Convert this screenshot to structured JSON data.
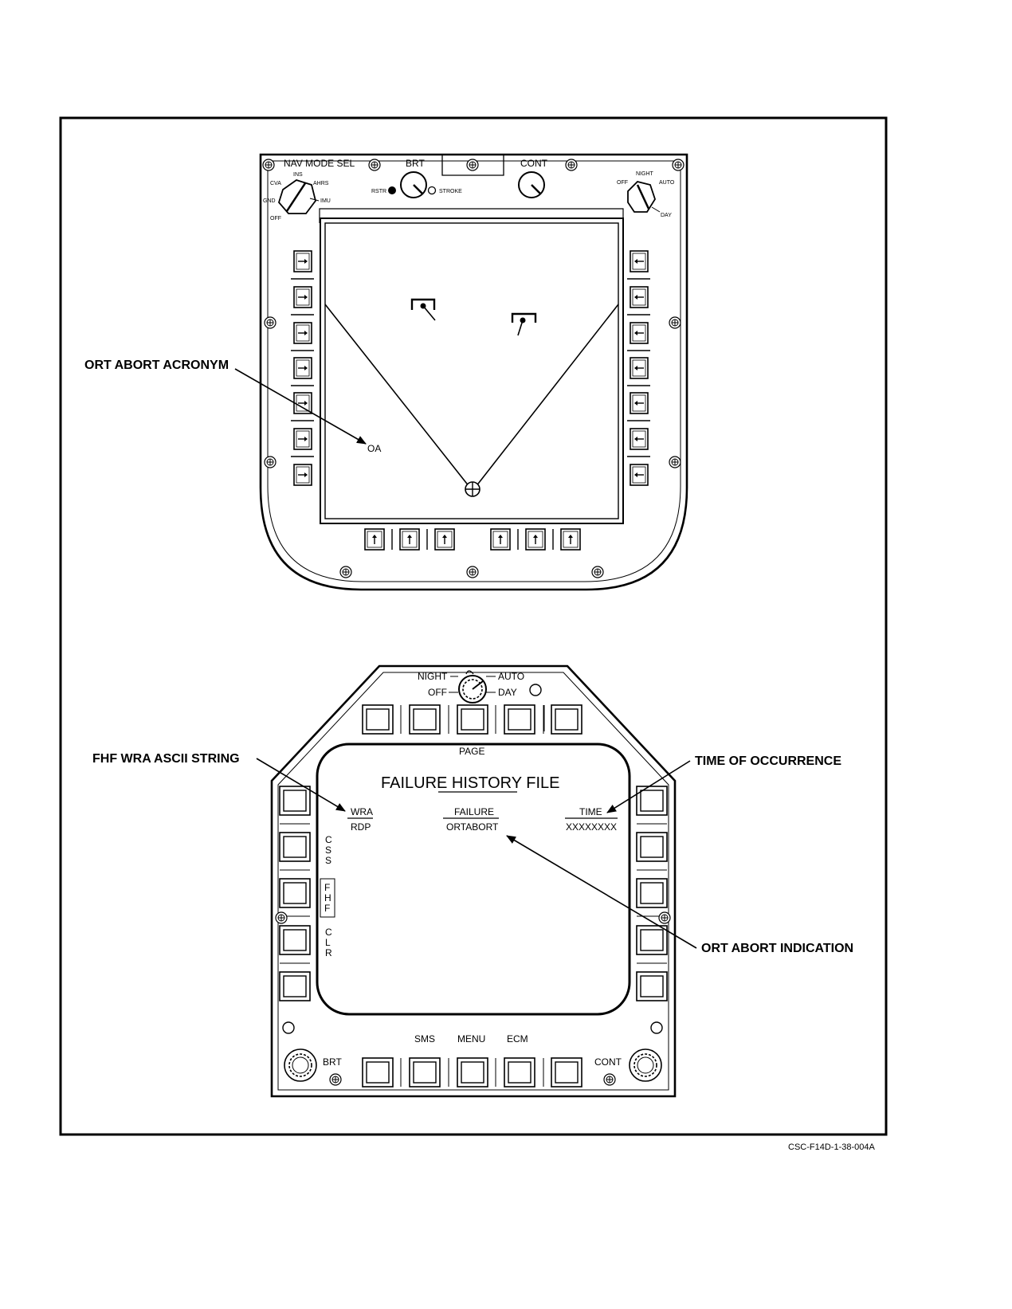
{
  "figure_id": "CSC-F14D-1-38-004A",
  "callouts": {
    "ort_abort_acronym": "ORT ABORT ACRONYM",
    "fhf_wra_ascii_string": "FHF WRA ASCII STRING",
    "time_of_occurrence": "TIME OF OCCURRENCE",
    "ort_abort_indication": "ORT ABORT INDICATION"
  },
  "top_display": {
    "nav_mode_sel": "NAV MODE SEL",
    "nav_positions": {
      "ins": "INS",
      "cva": "CVA",
      "ahrs": "AHRS",
      "gnd": "GND",
      "imu": "IMU",
      "off": "OFF"
    },
    "brt": "BRT",
    "rstr": "RSTR",
    "stroke": "STROKE",
    "cont": "CONT",
    "mode_positions": {
      "night": "NIGHT",
      "off": "OFF",
      "auto": "AUTO",
      "day": "DAY"
    },
    "screen_acronym": "OA"
  },
  "bottom_display": {
    "knob_labels": {
      "night": "NIGHT",
      "auto": "AUTO",
      "off": "OFF",
      "day": "DAY"
    },
    "page_label": "PAGE",
    "title": "FAILURE HISTORY FILE",
    "columns": [
      {
        "header": "WRA",
        "value": "RDP"
      },
      {
        "header": "FAILURE",
        "value": "ORTABORT"
      },
      {
        "header": "TIME",
        "value": "XXXXXXXX"
      }
    ],
    "left_options": {
      "css": [
        "C",
        "S",
        "S"
      ],
      "fhf": [
        "F",
        "H",
        "F"
      ],
      "clr": [
        "C",
        "L",
        "R"
      ]
    },
    "bottom_labels": {
      "sms": "SMS",
      "menu": "MENU",
      "ecm": "ECM"
    },
    "brt": "BRT",
    "cont": "CONT"
  }
}
